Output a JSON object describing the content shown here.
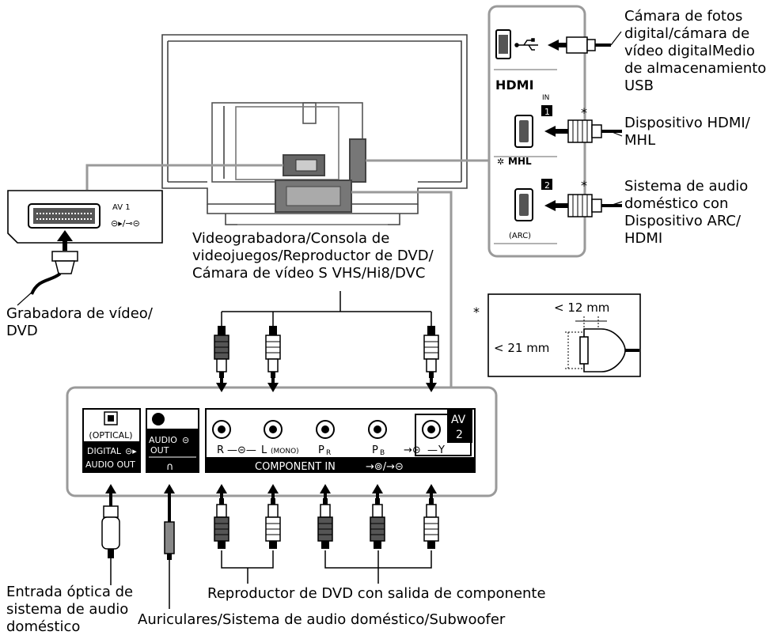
{
  "labels": {
    "camera_usb": "Cámara de fotos\ndigital/cámara de\nvídeo digitalMedio\nde almacenamiento\nUSB",
    "hdmi_device": "Dispositivo HDMI/\nMHL",
    "audio_system": "Sistema de audio\ndoméstico con\nDispositivo ARC/\nHDMI",
    "vcr_console": "Videograbadora/Consola de\nvideojuegos/Reproductor de DVD/\nCámara de vídeo S VHS/Hi8/DVC",
    "video_recorder": "Grabadora de vídeo/\nDVD",
    "dvd_component": "Reproductor de DVD con salida de componente",
    "optical_input": "Entrada óptica de\nsistema de audio\ndoméstico",
    "headphones": "Auriculares/Sistema de audio doméstico/Subwoofer"
  },
  "hdmi_panel": {
    "hdmi_logo": "HDMI",
    "in": "IN",
    "port1": "1",
    "port2": "2",
    "mhl": "MHL",
    "arc": "(ARC)",
    "asterisk": "*"
  },
  "scart": {
    "label": "AV  1"
  },
  "dimension_inset": {
    "asterisk": "*",
    "width": "< 12 mm",
    "height": "< 21 mm"
  },
  "bottom_panel": {
    "optical_top": "(OPTICAL)",
    "optical_mid": "DIGITAL",
    "optical_bottom": "AUDIO OUT",
    "audio_out": "AUDIO",
    "audio_out2": "OUT",
    "r": "R",
    "l_mono": "L",
    "mono": "(MONO)",
    "pr": "P",
    "pr_sub": "R",
    "pb": "P",
    "pb_sub": "B",
    "y": "Y",
    "av": "AV",
    "av_num": "2",
    "component_in": "COMPONENT IN"
  }
}
